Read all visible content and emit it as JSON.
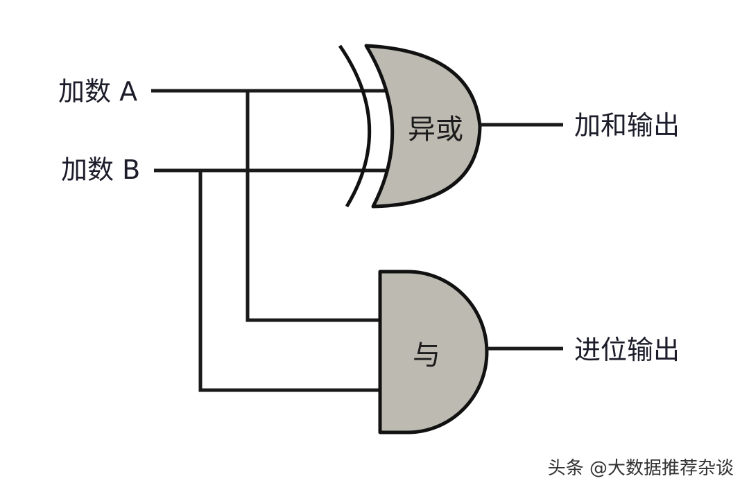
{
  "diagram": {
    "inputs": {
      "a_label": "加数 A",
      "b_label": "加数 B"
    },
    "gates": {
      "xor_label": "异或",
      "and_label": "与"
    },
    "outputs": {
      "sum_label": "加和输出",
      "carry_label": "进位输出"
    },
    "colors": {
      "gate_fill": "#bdbab2",
      "wire": "#1a1a1a"
    }
  },
  "watermark": "头条 @大数据推荐杂谈"
}
